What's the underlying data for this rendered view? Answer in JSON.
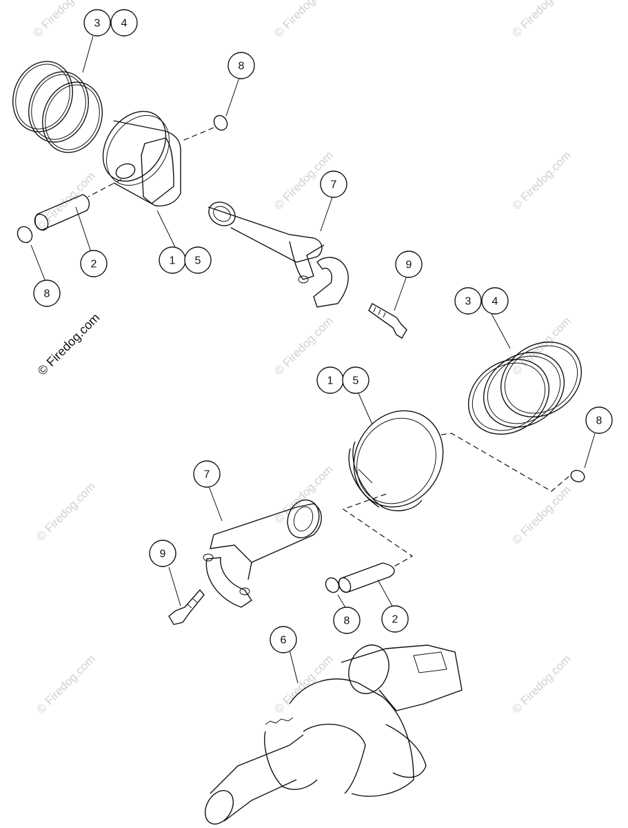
{
  "credit": "© Firedog.com",
  "watermark": "© Firedog.com",
  "callouts": [
    {
      "id": "c-3a",
      "label": "3",
      "part": "piston-ring-set"
    },
    {
      "id": "c-4a",
      "label": "4",
      "part": "piston-ring-set"
    },
    {
      "id": "c-8a",
      "label": "8",
      "part": "circlip"
    },
    {
      "id": "c-2a",
      "label": "2",
      "part": "piston-pin"
    },
    {
      "id": "c-1a",
      "label": "1",
      "part": "piston"
    },
    {
      "id": "c-5a",
      "label": "5",
      "part": "piston"
    },
    {
      "id": "c-8b",
      "label": "8",
      "part": "circlip"
    },
    {
      "id": "c-7a",
      "label": "7",
      "part": "connecting-rod"
    },
    {
      "id": "c-9a",
      "label": "9",
      "part": "rod-bolt"
    },
    {
      "id": "c-3b",
      "label": "3",
      "part": "piston-ring-set"
    },
    {
      "id": "c-4b",
      "label": "4",
      "part": "piston-ring-set"
    },
    {
      "id": "c-1b",
      "label": "1",
      "part": "piston"
    },
    {
      "id": "c-5b",
      "label": "5",
      "part": "piston"
    },
    {
      "id": "c-8c",
      "label": "8",
      "part": "circlip"
    },
    {
      "id": "c-7b",
      "label": "7",
      "part": "connecting-rod"
    },
    {
      "id": "c-9b",
      "label": "9",
      "part": "rod-bolt"
    },
    {
      "id": "c-8d",
      "label": "8",
      "part": "circlip"
    },
    {
      "id": "c-2b",
      "label": "2",
      "part": "piston-pin"
    },
    {
      "id": "c-6",
      "label": "6",
      "part": "crankshaft"
    }
  ]
}
